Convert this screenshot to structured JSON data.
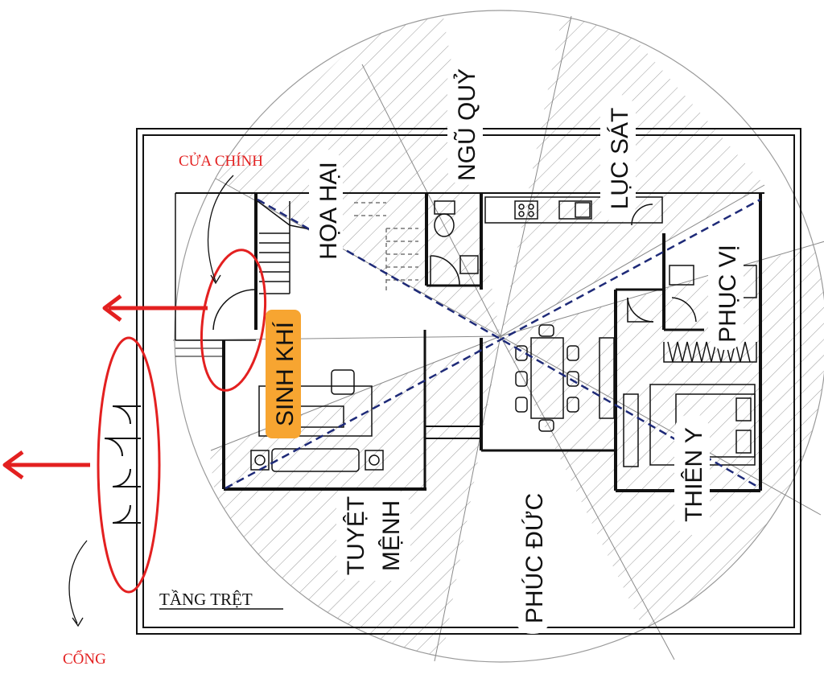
{
  "floor_title": "TẦNG TRỆT",
  "annotations": {
    "main_door": "CỬA CHÍNH",
    "gate": "CỔNG"
  },
  "directions": {
    "hoa_hai": "HỌA HẠI",
    "ngu_quy": "NGŨ QUỶ",
    "luc_sat": "LỤC SÁT",
    "phuc_vi": "PHỤC VỊ",
    "sinh_khi": "SINH KHÍ",
    "thien_y": "THIÊN Y",
    "tuyet_menh_1": "TUYỆT",
    "tuyet_menh_2": "MỆNH",
    "phuc_duc": "PHÚC ĐỨC"
  },
  "colors": {
    "highlight": "#f7a531",
    "annotation": "#e32020",
    "diagonal": "#1e2a78",
    "hatch": "#9a9a9a",
    "wall": "#111111"
  }
}
